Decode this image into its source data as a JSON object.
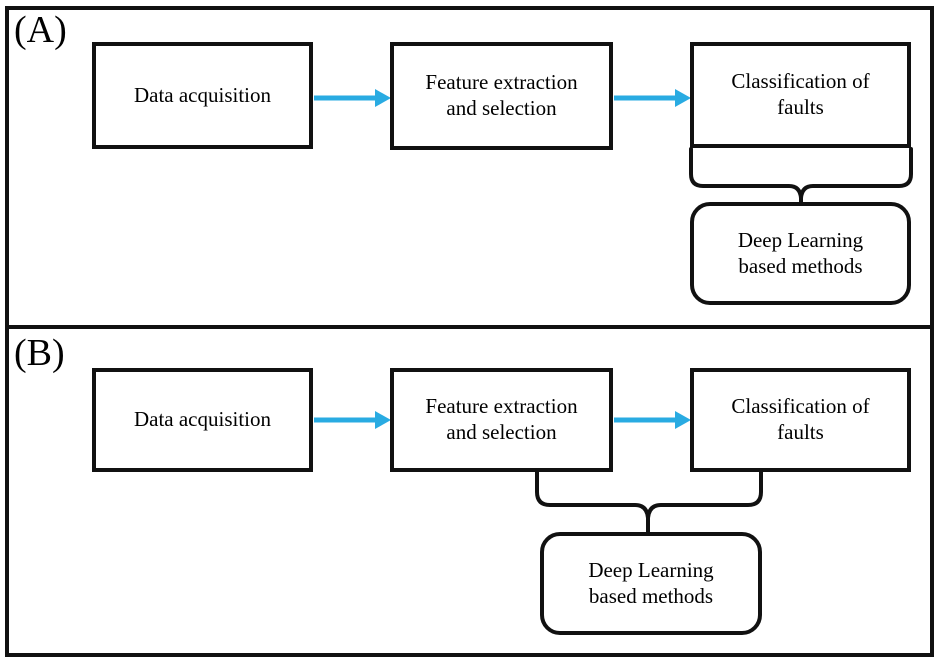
{
  "figure": {
    "type": "flow-diagram",
    "panel_count": 2,
    "accent_arrow_color": "#29ABE2",
    "line_color": "#111111",
    "background": "#FFFFFF"
  },
  "panels": [
    {
      "id": "A",
      "label": "(A)",
      "nodes": [
        {
          "id": "data-acquisition",
          "shape": "rectangle",
          "lines": [
            "Data acquisition"
          ]
        },
        {
          "id": "feature-extraction",
          "shape": "rectangle",
          "lines": [
            "Feature extraction",
            "and selection"
          ]
        },
        {
          "id": "classification",
          "shape": "rectangle",
          "lines": [
            "Classification of",
            "faults"
          ]
        },
        {
          "id": "deep-learning",
          "shape": "rounded-rectangle",
          "lines": [
            "Deep Learning",
            "based methods"
          ]
        }
      ],
      "connectors": [
        {
          "id": "arrow-1",
          "type": "arrow",
          "from": "data-acquisition",
          "to": "feature-extraction",
          "color": "#29ABE2"
        },
        {
          "id": "arrow-2",
          "type": "arrow",
          "from": "feature-extraction",
          "to": "classification",
          "color": "#29ABE2"
        },
        {
          "id": "brace-1",
          "type": "curly-brace",
          "spans": [
            "classification"
          ],
          "to": "deep-learning",
          "color": "#111111"
        }
      ]
    },
    {
      "id": "B",
      "label": "(B)",
      "nodes": [
        {
          "id": "data-acquisition",
          "shape": "rectangle",
          "lines": [
            "Data acquisition"
          ]
        },
        {
          "id": "feature-extraction",
          "shape": "rectangle",
          "lines": [
            "Feature extraction",
            "and selection"
          ]
        },
        {
          "id": "classification",
          "shape": "rectangle",
          "lines": [
            "Classification of",
            "faults"
          ]
        },
        {
          "id": "deep-learning",
          "shape": "rounded-rectangle",
          "lines": [
            "Deep Learning",
            "based methods"
          ]
        }
      ],
      "connectors": [
        {
          "id": "arrow-1",
          "type": "arrow",
          "from": "data-acquisition",
          "to": "feature-extraction",
          "color": "#29ABE2"
        },
        {
          "id": "arrow-2",
          "type": "arrow",
          "from": "feature-extraction",
          "to": "classification",
          "color": "#29ABE2"
        },
        {
          "id": "brace-1",
          "type": "curly-brace",
          "spans": [
            "feature-extraction",
            "classification"
          ],
          "to": "deep-learning",
          "color": "#111111"
        }
      ]
    }
  ],
  "text": {
    "panel_a_label": "(A)",
    "panel_b_label": "(B)",
    "data_acquisition": "Data acquisition",
    "feature_extraction_l1": "Feature extraction",
    "feature_extraction_l2": "and selection",
    "classification_l1": "Classification of",
    "classification_l2": "faults",
    "deep_learning_l1": "Deep Learning",
    "deep_learning_l2": "based methods"
  }
}
